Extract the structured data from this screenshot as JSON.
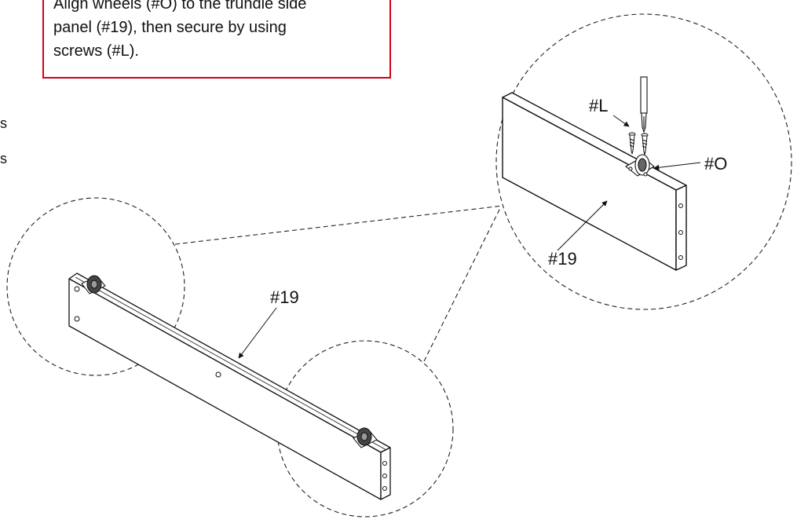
{
  "instruction": {
    "lines": [
      "Align wheels (#O) to the trundle side",
      "panel (#19), then secure by using",
      "screws (#L)."
    ]
  },
  "side_fragments": [
    "s",
    "s"
  ],
  "labels": {
    "panel_main": "#19",
    "panel_detail": "#19",
    "screw": "#L",
    "wheel": "#O"
  }
}
